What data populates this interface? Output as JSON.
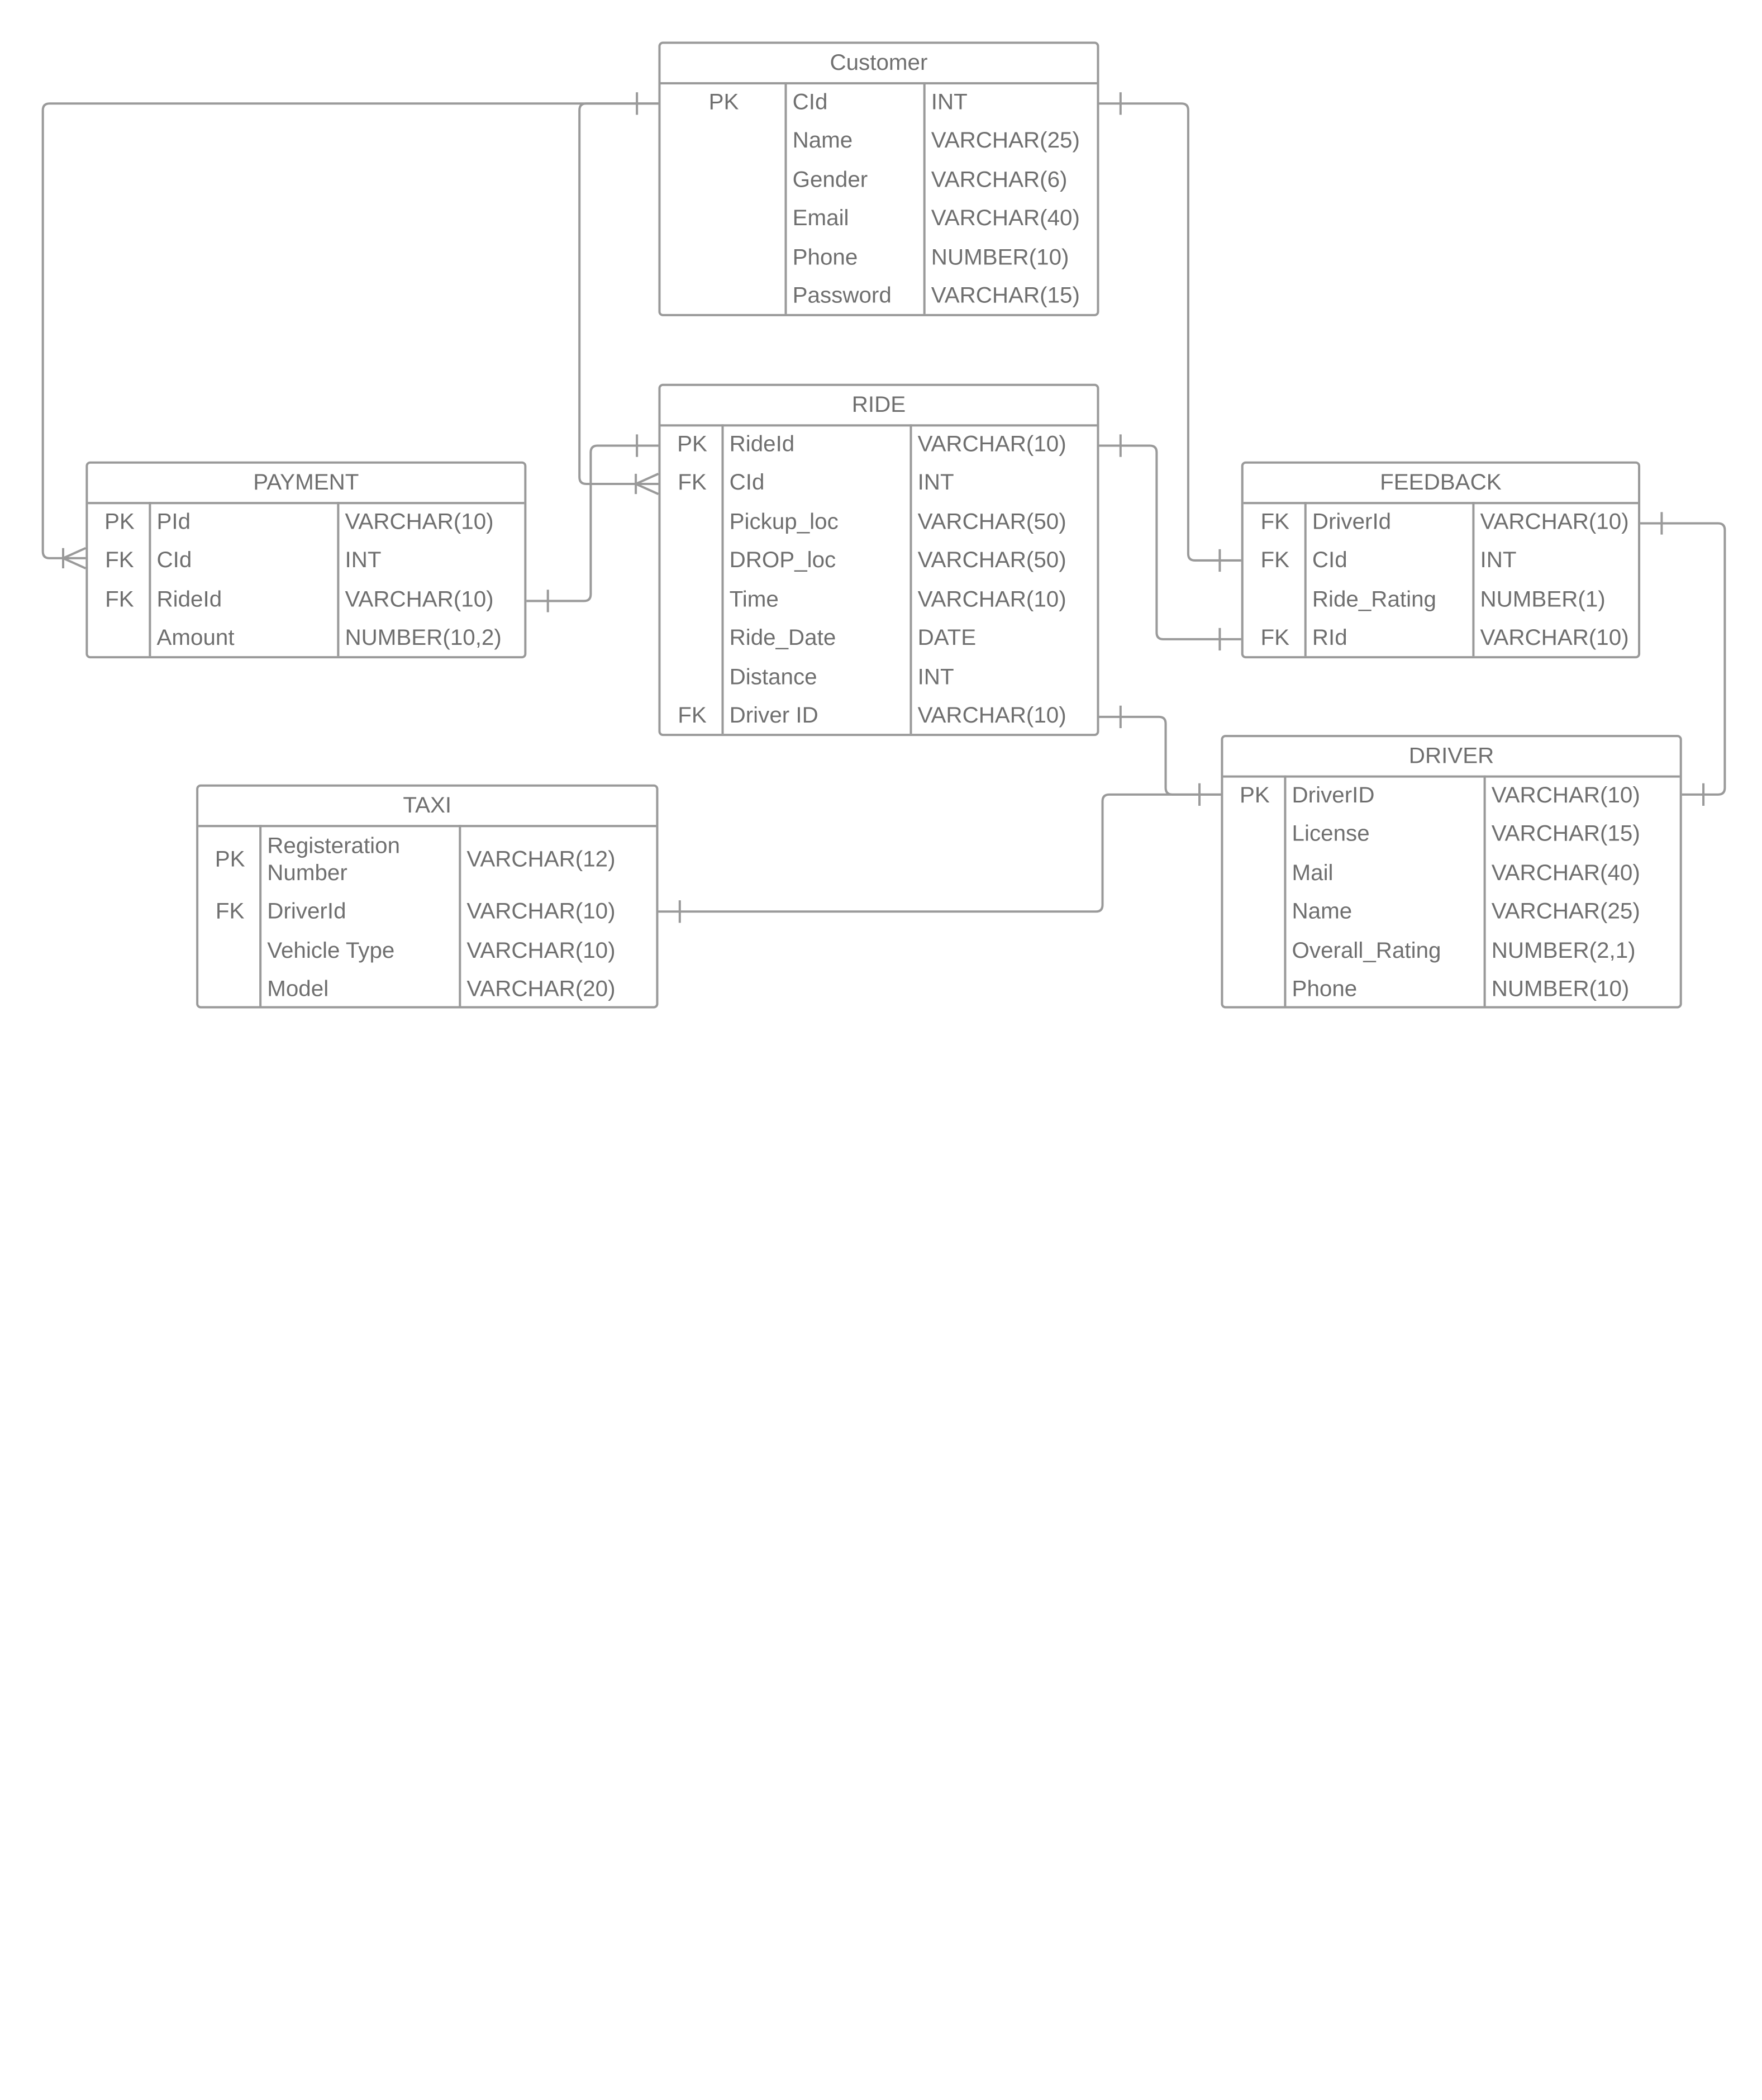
{
  "entities": [
    {
      "id": "customer",
      "title": "Customer",
      "fields": [
        {
          "key": "PK",
          "name": "CId",
          "type": "INT"
        },
        {
          "key": "",
          "name": "Name",
          "type": "VARCHAR(25)"
        },
        {
          "key": "",
          "name": "Gender",
          "type": "VARCHAR(6)"
        },
        {
          "key": "",
          "name": "Email",
          "type": "VARCHAR(40)"
        },
        {
          "key": "",
          "name": "Phone",
          "type": "NUMBER(10)"
        },
        {
          "key": "",
          "name": "Password",
          "type": "VARCHAR(15)"
        }
      ]
    },
    {
      "id": "ride",
      "title": "RIDE",
      "fields": [
        {
          "key": "PK",
          "name": "RideId",
          "type": "VARCHAR(10)"
        },
        {
          "key": "FK",
          "name": "CId",
          "type": "INT"
        },
        {
          "key": "",
          "name": "Pickup_loc",
          "type": "VARCHAR(50)"
        },
        {
          "key": "",
          "name": "DROP_loc",
          "type": "VARCHAR(50)"
        },
        {
          "key": "",
          "name": "Time",
          "type": "VARCHAR(10)"
        },
        {
          "key": "",
          "name": "Ride_Date",
          "type": "DATE"
        },
        {
          "key": "",
          "name": "Distance",
          "type": "INT"
        },
        {
          "key": "FK",
          "name": "Driver ID",
          "type": "VARCHAR(10)"
        }
      ]
    },
    {
      "id": "payment",
      "title": "PAYMENT",
      "fields": [
        {
          "key": "PK",
          "name": "PId",
          "type": "VARCHAR(10)"
        },
        {
          "key": "FK",
          "name": "CId",
          "type": "INT"
        },
        {
          "key": "FK",
          "name": "RideId",
          "type": "VARCHAR(10)"
        },
        {
          "key": "",
          "name": "Amount",
          "type": "NUMBER(10,2)"
        }
      ]
    },
    {
      "id": "feedback",
      "title": "FEEDBACK",
      "fields": [
        {
          "key": "FK",
          "name": "DriverId",
          "type": "VARCHAR(10)"
        },
        {
          "key": "FK",
          "name": "CId",
          "type": "INT"
        },
        {
          "key": "",
          "name": "Ride_Rating",
          "type": "NUMBER(1)"
        },
        {
          "key": "FK",
          "name": "RId",
          "type": "VARCHAR(10)"
        }
      ]
    },
    {
      "id": "taxi",
      "title": "TAXI",
      "fields": [
        {
          "key": "PK",
          "name": "Registeration Number",
          "type": "VARCHAR(12)"
        },
        {
          "key": "FK",
          "name": "DriverId",
          "type": "VARCHAR(10)"
        },
        {
          "key": "",
          "name": "Vehicle Type",
          "type": "VARCHAR(10)"
        },
        {
          "key": "",
          "name": "Model",
          "type": "VARCHAR(20)"
        }
      ]
    },
    {
      "id": "driver",
      "title": "DRIVER",
      "fields": [
        {
          "key": "PK",
          "name": "DriverID",
          "type": "VARCHAR(10)"
        },
        {
          "key": "",
          "name": "License",
          "type": "VARCHAR(15)"
        },
        {
          "key": "",
          "name": "Mail",
          "type": "VARCHAR(40)"
        },
        {
          "key": "",
          "name": "Name",
          "type": "VARCHAR(25)"
        },
        {
          "key": "",
          "name": "Overall_Rating",
          "type": "NUMBER(2,1)"
        },
        {
          "key": "",
          "name": "Phone",
          "type": "NUMBER(10)"
        }
      ]
    }
  ],
  "relationships": [
    {
      "from": "customer.CId",
      "to": "payment.CId",
      "from_cardinality": "one",
      "to_cardinality": "many"
    },
    {
      "from": "customer.CId",
      "to": "ride.CId",
      "from_cardinality": "one",
      "to_cardinality": "many"
    },
    {
      "from": "customer.CId",
      "to": "feedback.CId",
      "from_cardinality": "one",
      "to_cardinality": "one"
    },
    {
      "from": "ride.RideId",
      "to": "payment.RideId",
      "from_cardinality": "one",
      "to_cardinality": "one"
    },
    {
      "from": "ride.RideId",
      "to": "feedback.RId",
      "from_cardinality": "one",
      "to_cardinality": "one"
    },
    {
      "from": "ride.Driver ID",
      "to": "driver.DriverID",
      "from_cardinality": "one",
      "to_cardinality": "one"
    },
    {
      "from": "feedback.DriverId",
      "to": "driver.DriverID",
      "from_cardinality": "one",
      "to_cardinality": "one"
    },
    {
      "from": "taxi.DriverId",
      "to": "driver.DriverID",
      "from_cardinality": "one",
      "to_cardinality": "one"
    }
  ],
  "colors": {
    "line": "#9a9a9a",
    "text": "#6f6f6f",
    "background": "#ffffff"
  }
}
